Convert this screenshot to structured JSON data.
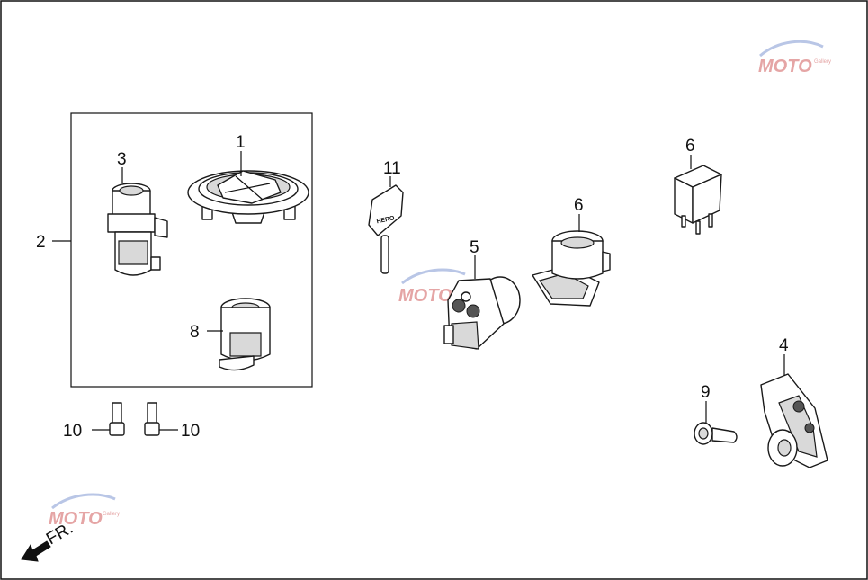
{
  "callouts": {
    "c1": "1",
    "c2": "2",
    "c3": "3",
    "c4": "4",
    "c5": "5",
    "c6a": "6",
    "c6b": "6",
    "c8": "8",
    "c9": "9",
    "c10a": "10",
    "c10b": "10",
    "c11": "11"
  },
  "direction_label": "FR.",
  "key_brand": "HERO",
  "watermark": {
    "text": "MOTO",
    "tagline": "Gallery"
  },
  "colors": {
    "line": "#1a1a1a",
    "shade": "#d9d9d9",
    "watermark": "#e5a5a5"
  }
}
